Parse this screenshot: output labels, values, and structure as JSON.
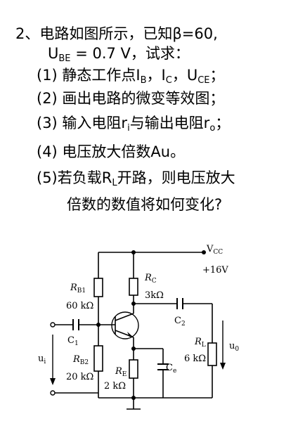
{
  "problem": {
    "heading": "2、电路如图所示，已知β=60,",
    "given": {
      "u": "U",
      "be_sub": "BE",
      "rest": " = 0.7 V，试求："
    },
    "q1": {
      "prefix": "(1) 静态工作点I",
      "sub1": "B",
      "mid1": "，I",
      "sub2": "C",
      "mid2": "，U",
      "sub3": "CE",
      "end": "；"
    },
    "q2": "(2) 画出电路的微变等效图；",
    "q3": {
      "prefix": "(3) 输入电阻r",
      "sub1": "i",
      "mid": "与输出电阻r",
      "sub2": "o",
      "end": "；"
    },
    "q4": "(4) 电压放大倍数Au。",
    "q5": {
      "prefix": "(5)若负载R",
      "sub": "L",
      "rest": "开路，则电压放大"
    },
    "q5_cont": "倍数的数值将如何变化?"
  },
  "circuit": {
    "vcc": {
      "main": "V",
      "sub": "CC"
    },
    "supply": "+16V",
    "rb1": {
      "main": "R",
      "sub": "B1",
      "value": "60 kΩ"
    },
    "rc": {
      "main": "R",
      "sub": "C",
      "value": "3kΩ"
    },
    "c2": {
      "main": "C",
      "sub": "2"
    },
    "c1": {
      "main": "C",
      "sub": "1"
    },
    "rl": {
      "main": "R",
      "sub": "L",
      "value": "6 kΩ"
    },
    "uo": {
      "main": "u",
      "sub": "0"
    },
    "ui": {
      "main": "u",
      "sub": "i"
    },
    "rb2": {
      "main": "R",
      "sub": "B2",
      "value": "20 kΩ"
    },
    "re": {
      "main": "R",
      "sub": "E",
      "value": "2 kΩ"
    },
    "ce": {
      "main": "C",
      "sub": "e"
    }
  }
}
